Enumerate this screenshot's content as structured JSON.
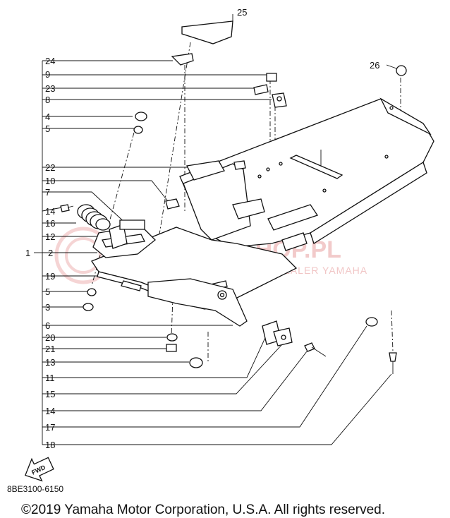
{
  "callouts": {
    "c25": "25",
    "c24": "24",
    "c9": "9",
    "c23": "23",
    "c8": "8",
    "c4": "4",
    "c5a": "5",
    "c22": "22",
    "c10": "10",
    "c7": "7",
    "c14a": "14",
    "c16": "16",
    "c12": "12",
    "c1": "1",
    "c2": "2",
    "c19": "19",
    "c5b": "5",
    "c3": "3",
    "c6": "6",
    "c20": "20",
    "c21": "21",
    "c13": "13",
    "c11": "11",
    "c15": "15",
    "c14b": "14",
    "c17": "17",
    "c18": "18",
    "c26": "26"
  },
  "fwd_label": "FWD",
  "watermark": {
    "brand": "PARTS-SHOP.PL",
    "tagline": "AUTORYZOWANY DEALER YAMAHA"
  },
  "diagram_code": "8BE3100-6150",
  "copyright": "©2019 Yamaha Motor Corporation, U.S.A. All rights reserved."
}
